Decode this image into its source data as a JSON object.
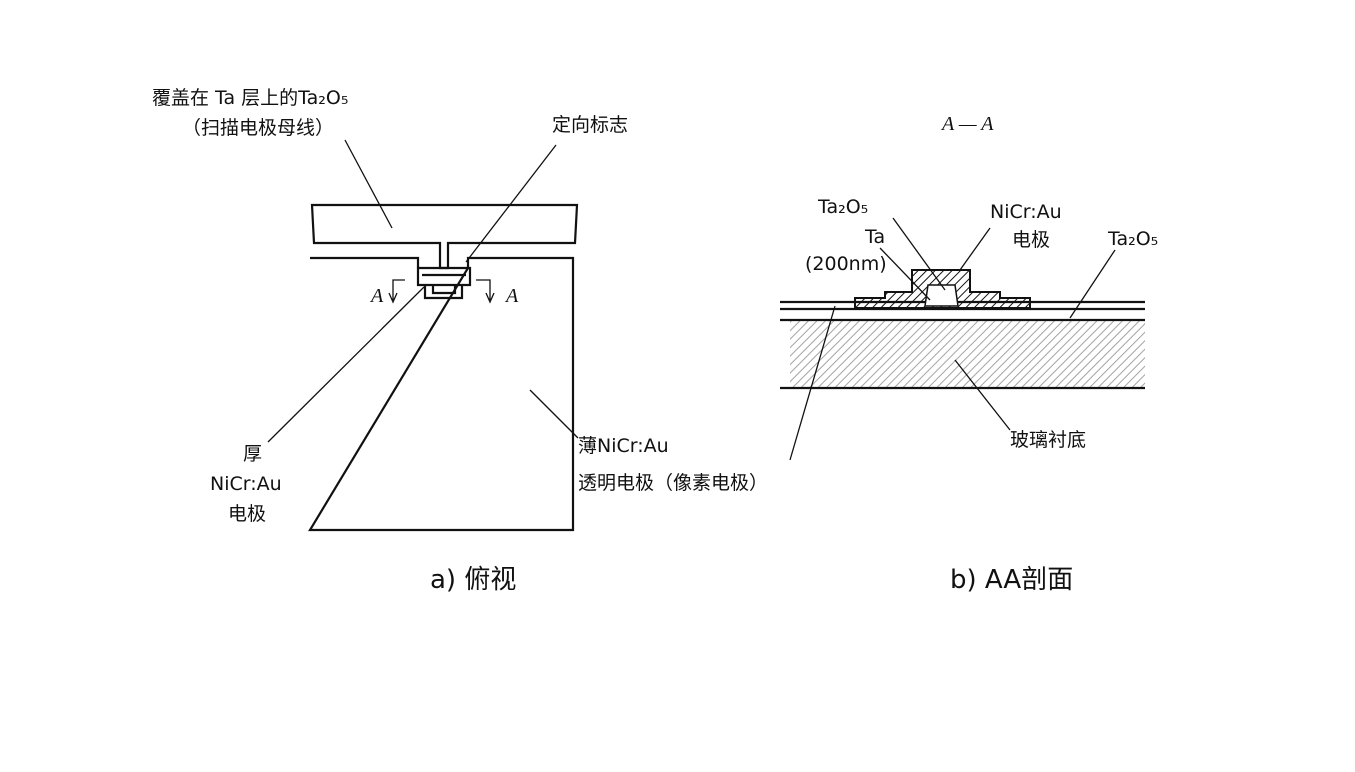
{
  "left": {
    "label_top_line1": "覆盖在 Ta 层上的Ta₂O₅",
    "label_top_line2": "（扫描电极母线）",
    "label_marker": "定向标志",
    "section_mark": "A",
    "thick_line1": "厚",
    "thick_line2": "NiCr:Au",
    "thick_line3": "电极",
    "thin_line1": "薄NiCr:Au",
    "thin_line2": "透明电极（像素电极）",
    "caption": "a) 俯视"
  },
  "right": {
    "section_title": "A — A",
    "label_ta2o5_left": "Ta₂O₅",
    "label_ta": "Ta",
    "label_thickness": "(200nm)",
    "label_electrode_line1": "NiCr:Au",
    "label_electrode_line2": "电极",
    "label_ta2o5_right": "Ta₂O₅",
    "label_substrate": "玻璃衬底",
    "caption": "b) AA剖面"
  }
}
